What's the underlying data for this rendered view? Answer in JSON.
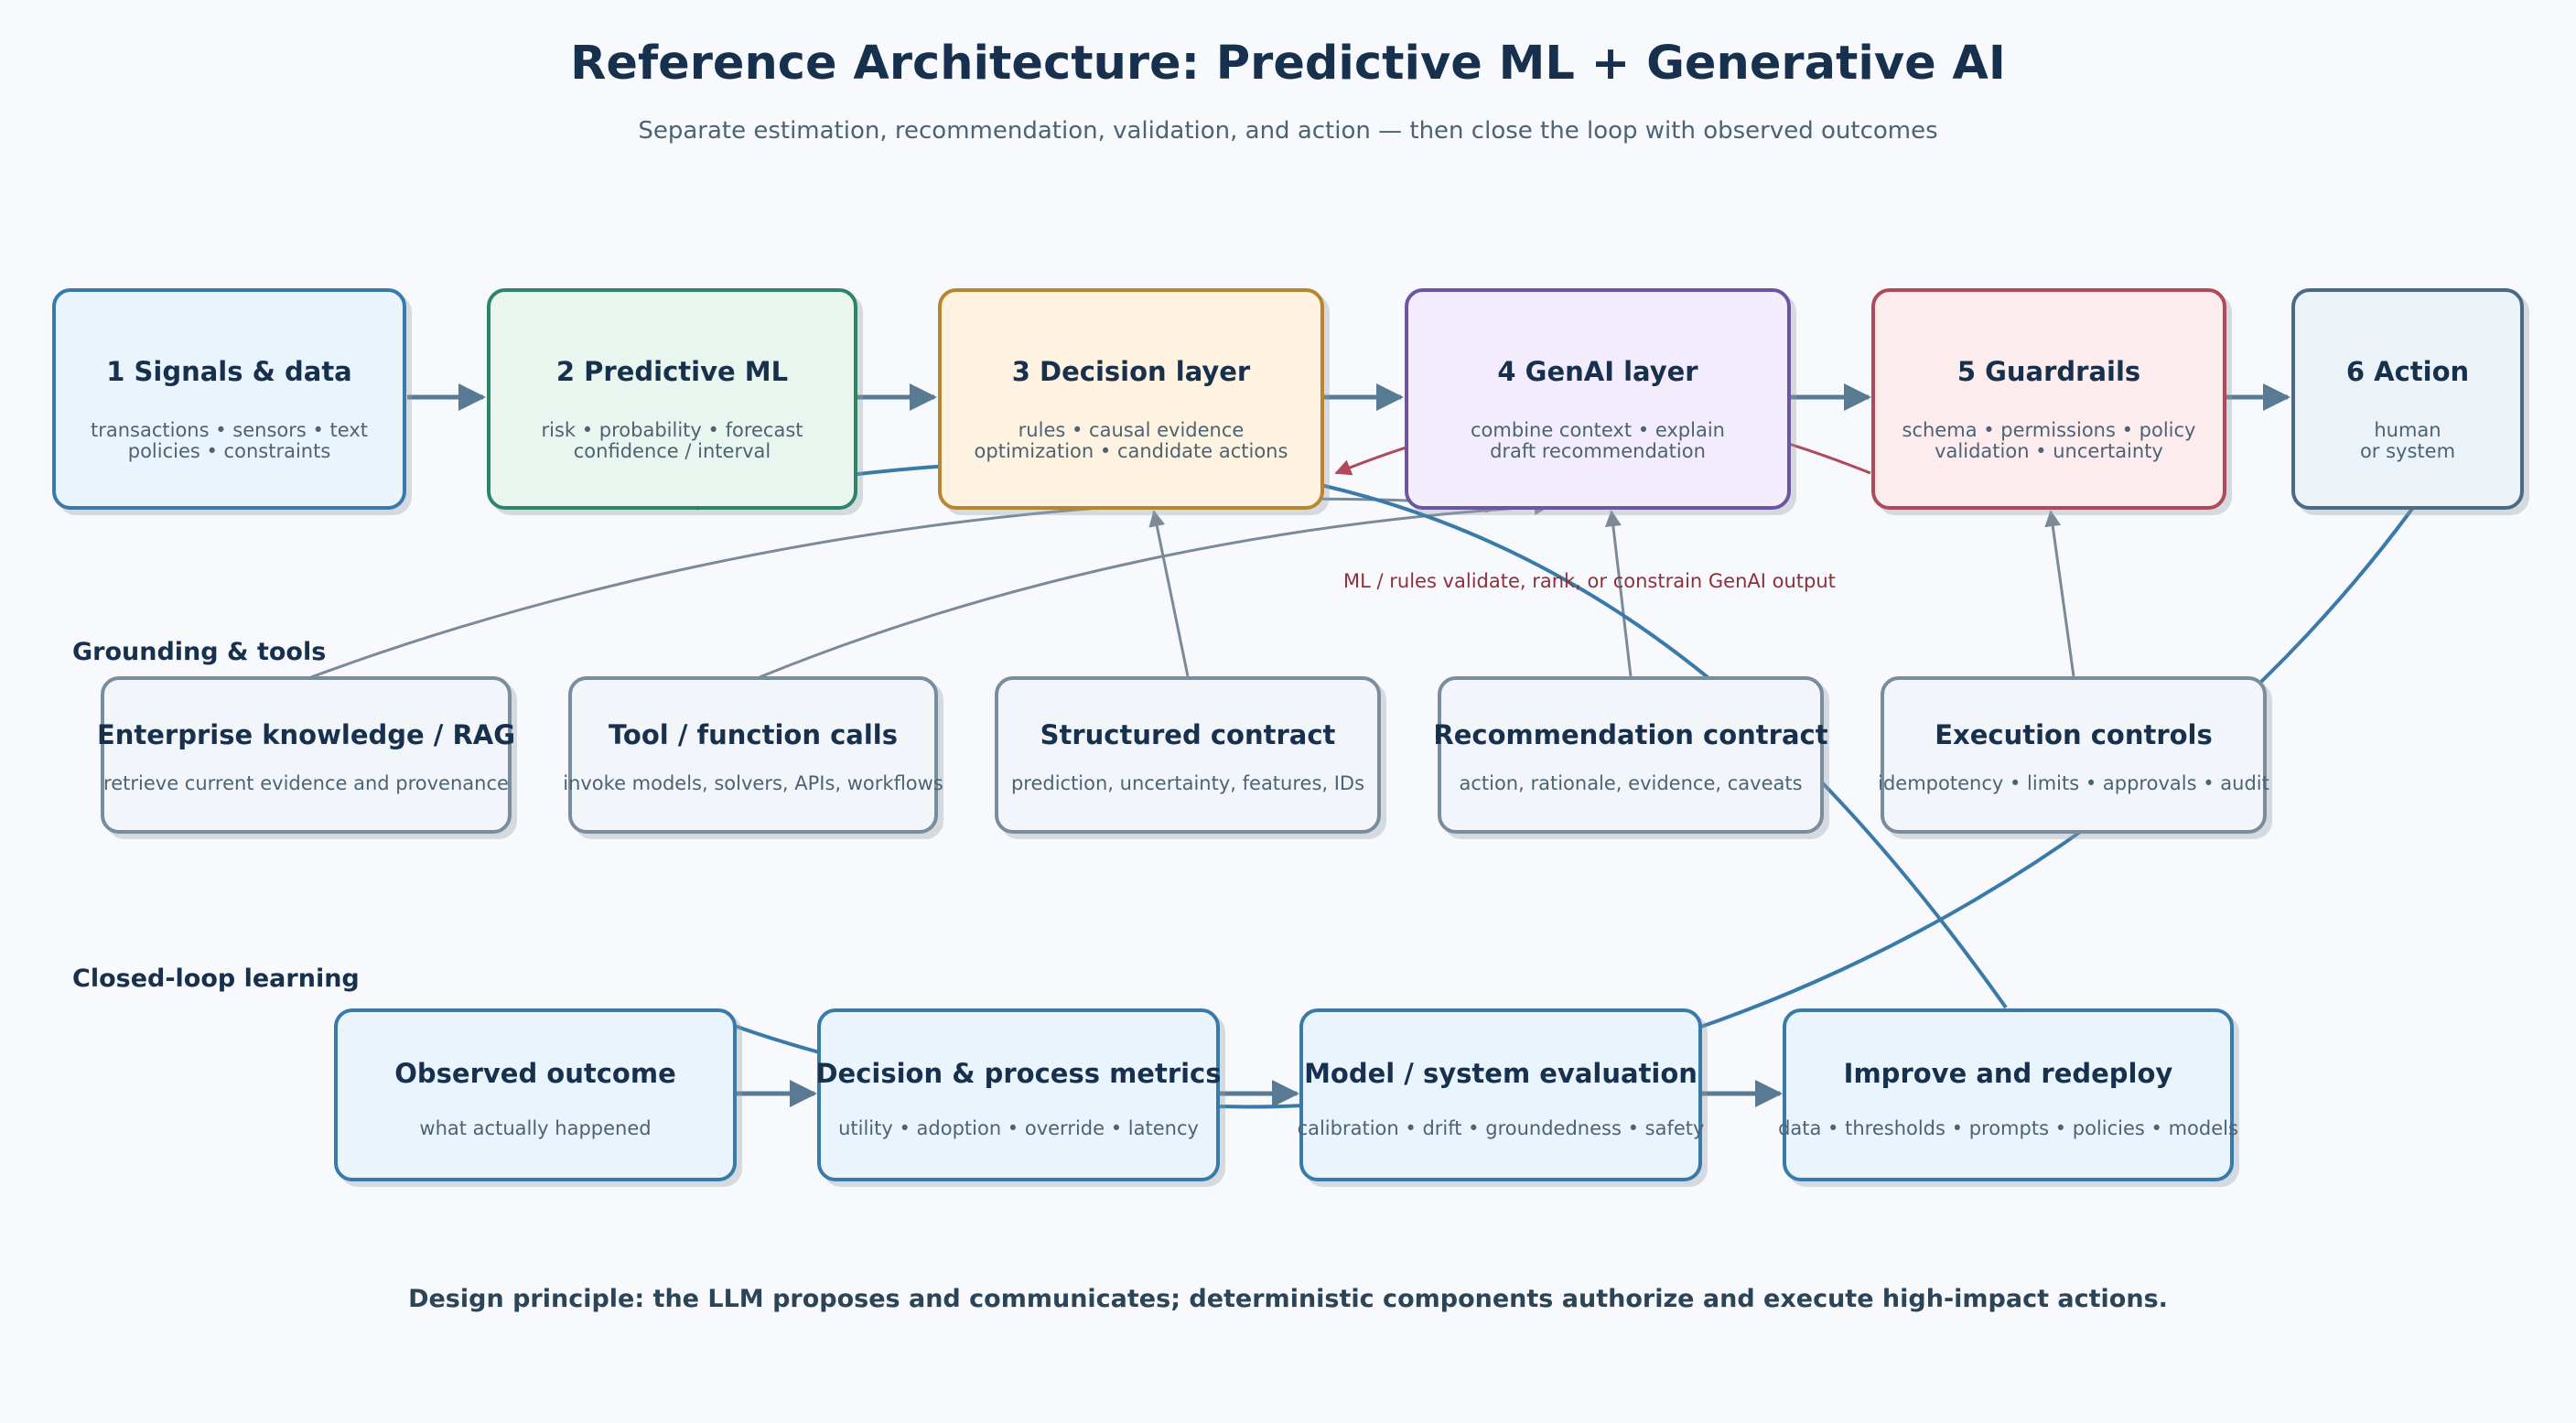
{
  "title": "Reference Architecture: Predictive ML + Generative AI",
  "subtitle": "Separate estimation, recommendation, validation, and action — then close the loop with observed outcomes",
  "stages": [
    {
      "label": "1  Signals & data",
      "detail": "transactions • sensors • text\npolicies • constraints",
      "fill": "#eaf4fd",
      "stroke": "#3a7aa8"
    },
    {
      "label": "2  Predictive ML",
      "detail": "risk • probability • forecast\nconfidence / interval",
      "fill": "#e8f6ef",
      "stroke": "#2e8565"
    },
    {
      "label": "3  Decision layer",
      "detail": "rules • causal evidence\noptimization • candidate actions",
      "fill": "#fdf3e0",
      "stroke": "#b8862f"
    },
    {
      "label": "4  GenAI layer",
      "detail": "combine context • explain\ndraft recommendation",
      "fill": "#f2ecfc",
      "stroke": "#6e55a0"
    },
    {
      "label": "5  Guardrails",
      "detail": "schema • permissions • policy\nvalidation • uncertainty",
      "fill": "#fdecee",
      "stroke": "#b04a5a"
    },
    {
      "label": "6  Action",
      "detail": "human\nor system",
      "fill": "#ebf2f8",
      "stroke": "#4b6a84"
    }
  ],
  "grounding": {
    "label": "Grounding & tools",
    "boxes": [
      {
        "label": "Enterprise knowledge / RAG",
        "detail": "retrieve current evidence and provenance"
      },
      {
        "label": "Tool / function calls",
        "detail": "invoke models, solvers, APIs, workflows"
      },
      {
        "label": "Structured contract",
        "detail": "prediction, uncertainty, features, IDs"
      },
      {
        "label": "Recommendation contract",
        "detail": "action, rationale, evidence, caveats"
      },
      {
        "label": "Execution controls",
        "detail": "idempotency • limits • approvals • audit"
      }
    ],
    "fill": "#f2f5f9",
    "stroke": "#7a8d9d"
  },
  "learning": {
    "label": "Closed-loop learning",
    "boxes": [
      {
        "label": "Observed outcome",
        "detail": "what actually happened"
      },
      {
        "label": "Decision & process metrics",
        "detail": "utility • adoption • override • latency"
      },
      {
        "label": "Model / system evaluation",
        "detail": "calibration • drift • groundedness • safety"
      },
      {
        "label": "Improve and redeploy",
        "detail": "data • thresholds • prompts • policies • models"
      }
    ],
    "fill": "#eaf4fd",
    "stroke": "#3a7aa8"
  },
  "annotation": "ML / rules validate, rank, or constrain GenAI output",
  "footer": "Design principle: the LLM proposes and communicates; deterministic components authorize and execute high-impact actions.",
  "colors": {
    "flow_arrow": "#587a93",
    "grounding_arrow": "#7a8a98",
    "loop_arrow": "#3a7aa8",
    "constraint_arrow": "#b04a5a"
  }
}
